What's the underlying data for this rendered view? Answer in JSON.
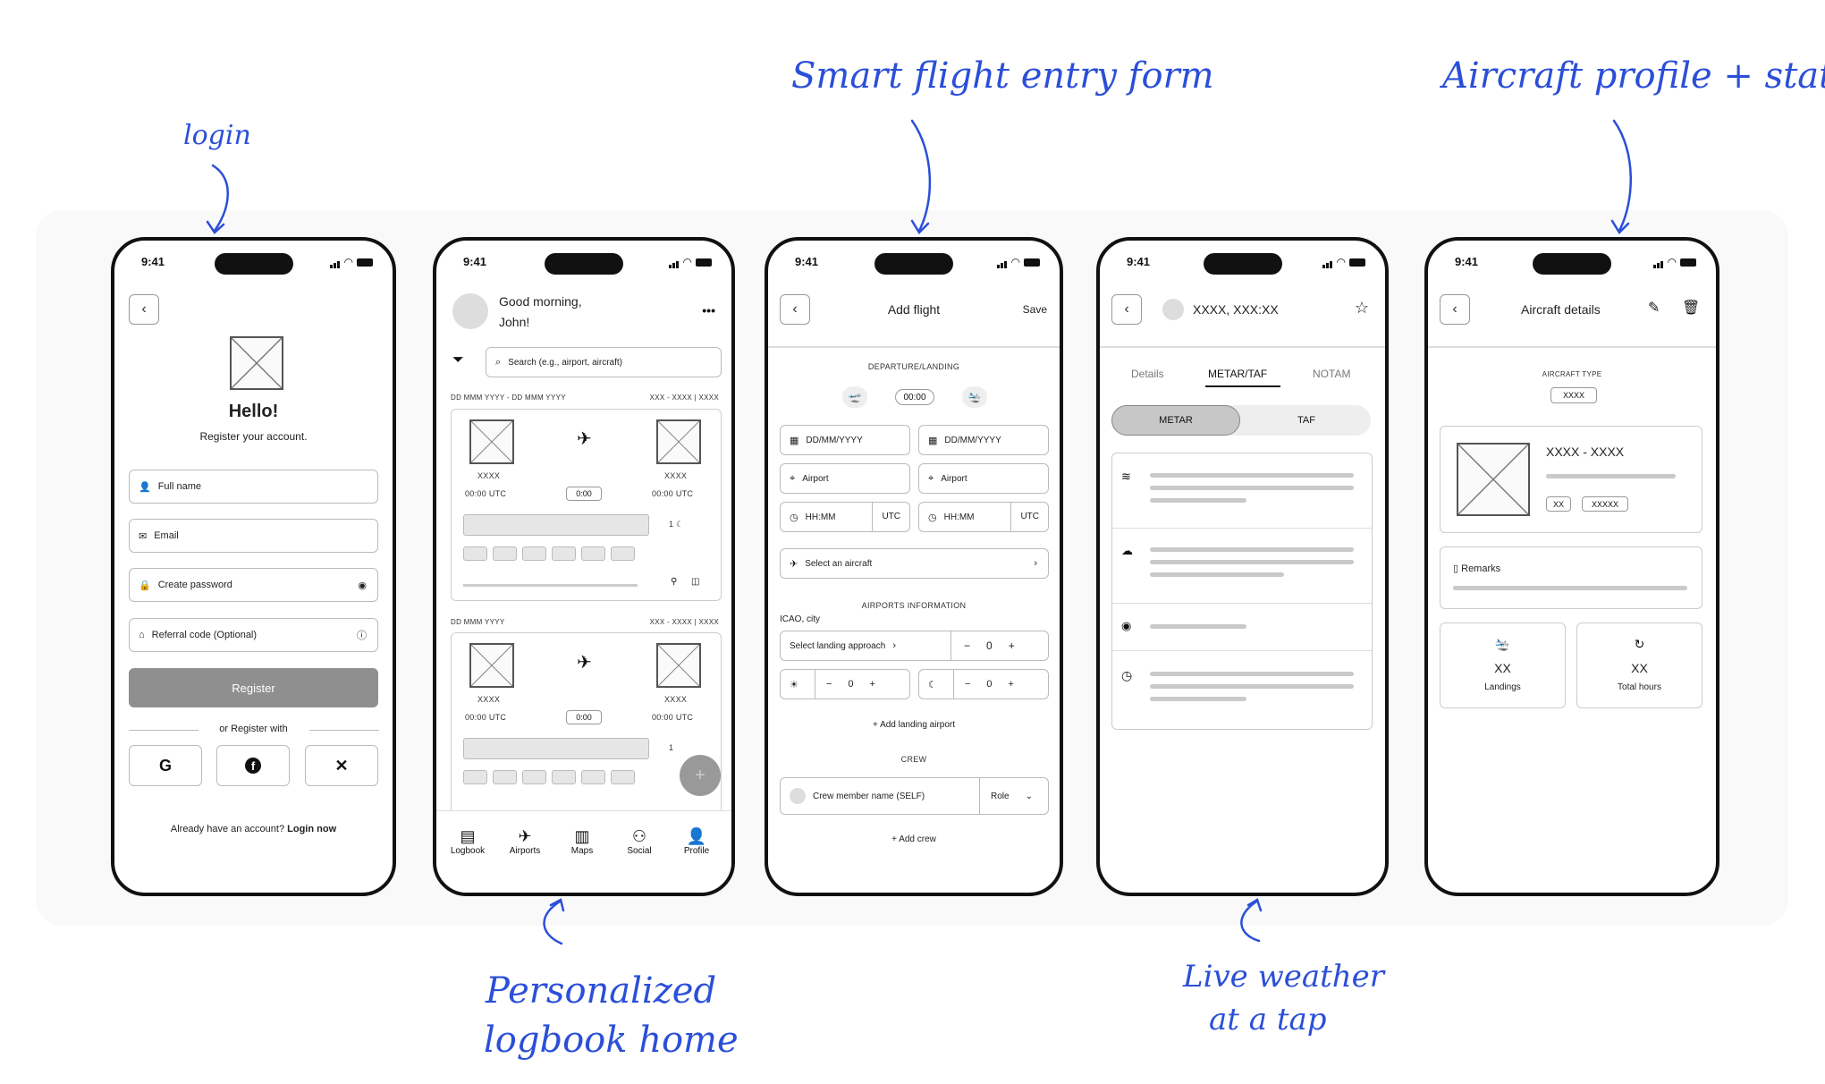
{
  "annotations": {
    "login": "login",
    "smart_form": "Smart flight entry form",
    "aircraft_profile": "Aircraft profile + stats",
    "logbook_home_1": "Personalized",
    "logbook_home_2": "logbook home",
    "weather_1": "Live weather",
    "weather_2": "at a tap"
  },
  "status_time": "9:41",
  "login": {
    "hello": "Hello!",
    "subtitle": "Register your account.",
    "full_name": "Full name",
    "email": "Email",
    "password": "Create password",
    "referral": "Referral code (Optional)",
    "register": "Register",
    "or_register": "or Register with",
    "already": "Already have an account?",
    "login_now": "Login now"
  },
  "home": {
    "greeting_1": "Good morning,",
    "greeting_2": "John!",
    "search_placeholder": "Search (e.g., airport, aircraft)",
    "flights": [
      {
        "date": "DD MMM YYYY - DD MMM YYYY",
        "route": "XXX - XXXX | XXXX",
        "from": "XXXX",
        "to": "XXXX",
        "dep": "00:00 UTC",
        "arr": "00:00 UTC",
        "dur": "0:00",
        "count": "1"
      },
      {
        "date": "DD MMM YYYY",
        "route": "XXX - XXXX | XXXX",
        "from": "XXXX",
        "to": "XXXX",
        "dep": "00:00 UTC",
        "arr": "00:00 UTC",
        "dur": "0:00",
        "count": "1"
      }
    ],
    "nav": [
      "Logbook",
      "Airports",
      "Maps",
      "Social",
      "Profile"
    ]
  },
  "add_flight": {
    "title": "Add flight",
    "save": "Save",
    "dep_landing": "DEPARTURE/LANDING",
    "duration": "00:00",
    "date": "DD/MM/YYYY",
    "airport": "Airport",
    "time": "HH:MM",
    "utc": "UTC",
    "select_aircraft": "Select an aircraft",
    "airports_info": "AIRPORTS INFORMATION",
    "icao": "ICAO, city",
    "landing_approach": "Select landing approach",
    "counter": "0",
    "add_landing": "Add landing airport",
    "crew": "CREW",
    "crew_member": "Crew member name (SELF)",
    "role": "Role",
    "add_crew": "Add crew"
  },
  "weather": {
    "title": "XXXX, XXX:XX",
    "tabs": [
      "Details",
      "METAR/TAF",
      "NOTAM"
    ],
    "segments": [
      "METAR",
      "TAF"
    ]
  },
  "aircraft": {
    "title": "Aircraft details",
    "type_label": "AIRCRAFT TYPE",
    "type_value": "XXXX",
    "name": "XXXX - XXXX",
    "tag1": "XX",
    "tag2": "XXXXX",
    "remarks": "Remarks",
    "landings_value": "XX",
    "landings": "Landings",
    "hours_value": "XX",
    "hours": "Total hours"
  }
}
